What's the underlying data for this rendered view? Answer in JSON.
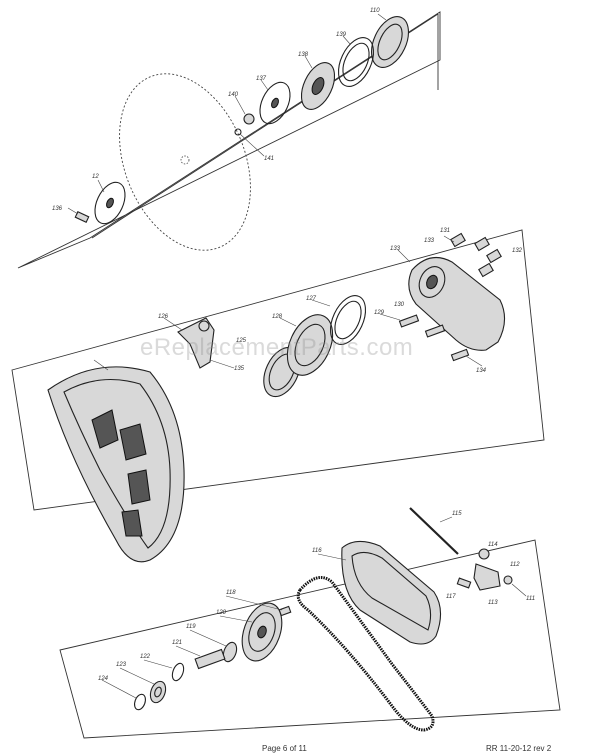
{
  "watermark": "eReplacementParts.com",
  "footer": {
    "page": "Page 6 of 11",
    "ref": "RR  11-20-12  rev 2"
  },
  "callouts": {
    "p1": "110",
    "p2": "139",
    "p3": "138",
    "p4": "137",
    "p5": "140",
    "p6": "141",
    "p7": "12",
    "p8": "136",
    "p9": "133",
    "p10": "131",
    "p11": "133",
    "p12": "127",
    "p13": "128",
    "p14": "129",
    "p15": "130",
    "p16": "134",
    "p17": "132",
    "p18": "125",
    "p19": "126",
    "p20": "135",
    "p21": "118",
    "p22": "120",
    "p23": "119",
    "p24": "121",
    "p25": "122",
    "p26": "123",
    "p27": "124",
    "p28": "116",
    "p29": "117",
    "p30": "115",
    "p31": "114",
    "p32": "113",
    "p33": "111",
    "p34": "112"
  }
}
